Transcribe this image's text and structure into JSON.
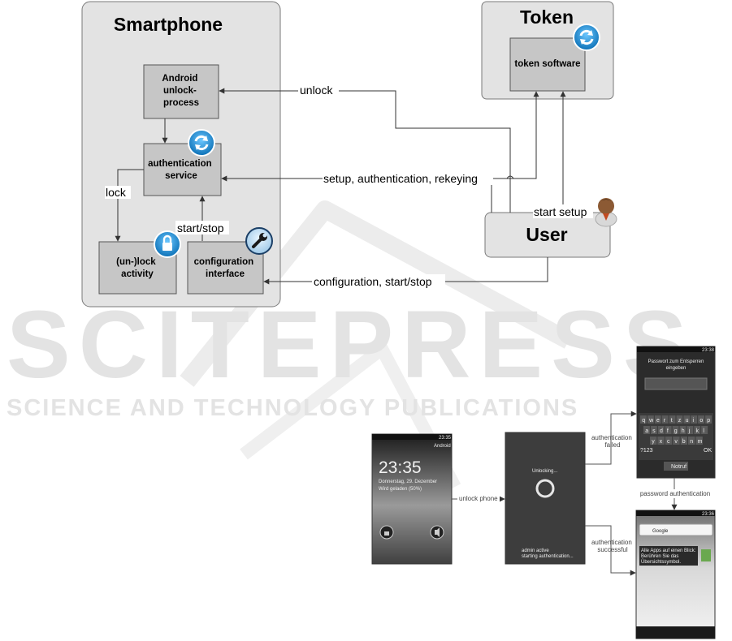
{
  "watermark": {
    "main": "SCITEPRESS",
    "sub": "SCIENCE AND TECHNOLOGY PUBLICATIONS"
  },
  "containers": {
    "smartphone": "Smartphone",
    "token": "Token"
  },
  "boxes": {
    "android_unlock": [
      "Android",
      "unlock-",
      "process"
    ],
    "auth_service": [
      "authentication",
      "service"
    ],
    "unlock_activity": [
      "(un-)lock",
      "activity"
    ],
    "config_interface": [
      "configuration",
      "interface"
    ],
    "token_software": "token software",
    "user": "User"
  },
  "edges": {
    "unlock": "unlock",
    "setup_auth": "setup, authentication, rekeying",
    "lock": "lock",
    "start_stop": "start/stop",
    "start_setup": "start setup",
    "config_start_stop": "configuration, start/stop"
  },
  "icons": {
    "sync_service": "sync-icon",
    "sync_token": "sync-icon",
    "lock": "padlock-icon",
    "wrench": "wrench-icon",
    "user": "user-person-icon"
  },
  "flow_labels": {
    "unlock_phone": "unlock phone",
    "auth_failed": [
      "authentication",
      "failed"
    ],
    "password_auth": "password authentication",
    "auth_success": [
      "authentication",
      "successful"
    ]
  },
  "screen_lock": {
    "status_time": "23:35",
    "carrier": "Android",
    "clock": "23:35",
    "date": "Donnerstag, 29. Dezember",
    "charging": "Wird geladen (50%)"
  },
  "screen_unlocking": {
    "title": "Unlocking...",
    "status_line1": "admin active",
    "status_line2": "starting authentication..."
  },
  "screen_password": {
    "status_time": "23:38",
    "prompt_line1": "Passwort zum Entsperren",
    "prompt_line2": "eingeben",
    "keys_row1": [
      "q",
      "w",
      "e",
      "r",
      "t",
      "z",
      "u",
      "i",
      "o",
      "p"
    ],
    "keys_row2": [
      "a",
      "s",
      "d",
      "f",
      "g",
      "h",
      "j",
      "k",
      "l"
    ],
    "keys_row3": [
      "y",
      "x",
      "c",
      "v",
      "b",
      "n",
      "m"
    ],
    "key_123": "?123",
    "key_ok": "OK",
    "key_notruf": "Notruf"
  },
  "screen_home": {
    "status_time": "23:36",
    "search_placeholder": "Google",
    "toast_title": "Alle Apps auf einen Blick:",
    "toast_line1": "Berühren Sie das",
    "toast_line2": "Übersichtssymbol."
  }
}
